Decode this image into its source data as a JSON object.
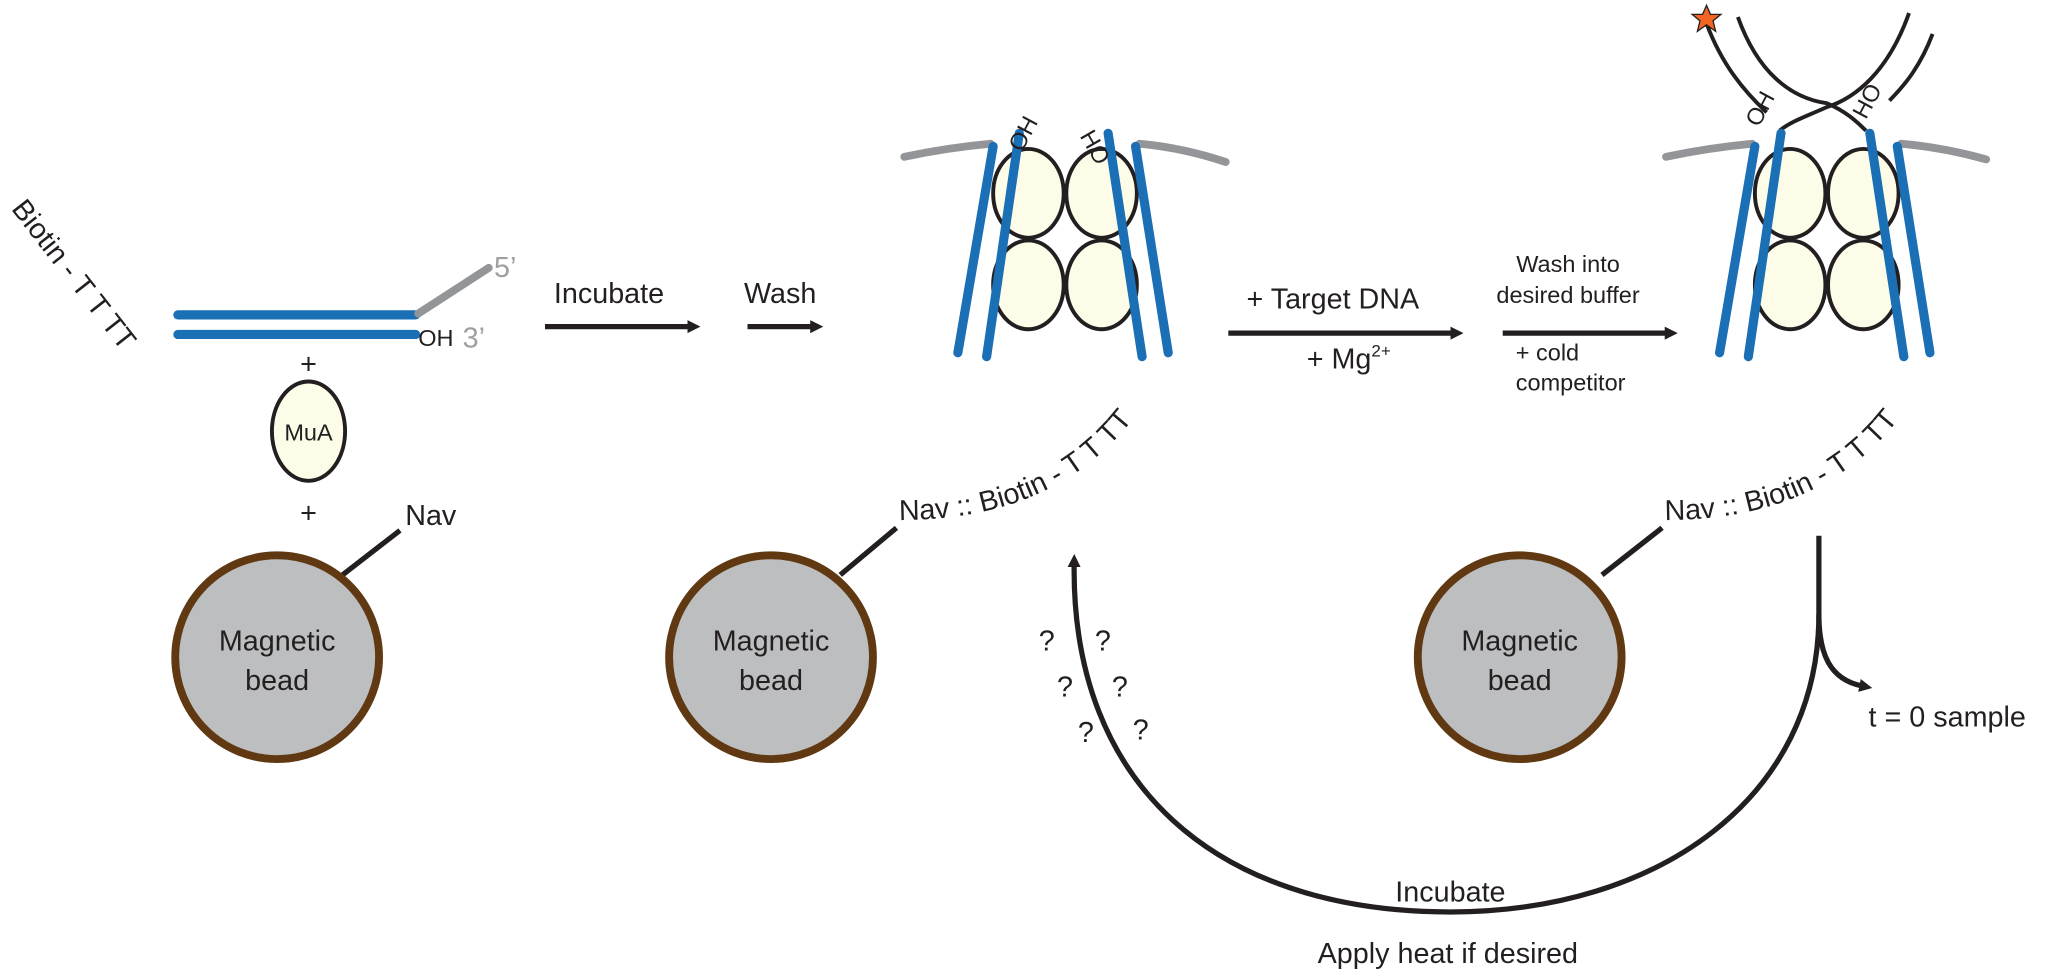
{
  "left": {
    "biotin_label": "Biotin - T T TT",
    "five_prime": "5’",
    "three_prime": "3’",
    "oh": "OH",
    "plus1": "+",
    "mua": "MuA",
    "plus2": "+",
    "nav": "Nav",
    "bead_line1": "Magnetic",
    "bead_line2": "bead"
  },
  "steps": {
    "incubate": "Incubate",
    "wash": "Wash",
    "target_dna": "+ Target DNA",
    "mg": "+ Mg",
    "mg_sup": "2+",
    "wash_into": "Wash into",
    "desired_buffer": "desired buffer",
    "cold": "+ cold",
    "competitor": "competitor"
  },
  "middle": {
    "oh": "OH",
    "ho": "HO",
    "nav_biotin": "Nav :: Biotin - T T TT",
    "bead_line1": "Magnetic",
    "bead_line2": "bead",
    "questions": [
      "?",
      "?",
      "?",
      "?",
      "?",
      "?"
    ]
  },
  "right": {
    "oh": "OH",
    "ho": "HO",
    "nav_biotin": "Nav :: Biotin - T T TT",
    "bead_line1": "Magnetic",
    "bead_line2": "bead",
    "t0": "t = 0 sample"
  },
  "loop": {
    "incubate": "Incubate",
    "heat": "Apply heat if desired"
  },
  "colors": {
    "dna_blue": "#1a6fb5",
    "bead_fill": "#bcbec0",
    "bead_border": "#603913",
    "protein_fill": "#fcfce8",
    "star": "#f26522"
  }
}
